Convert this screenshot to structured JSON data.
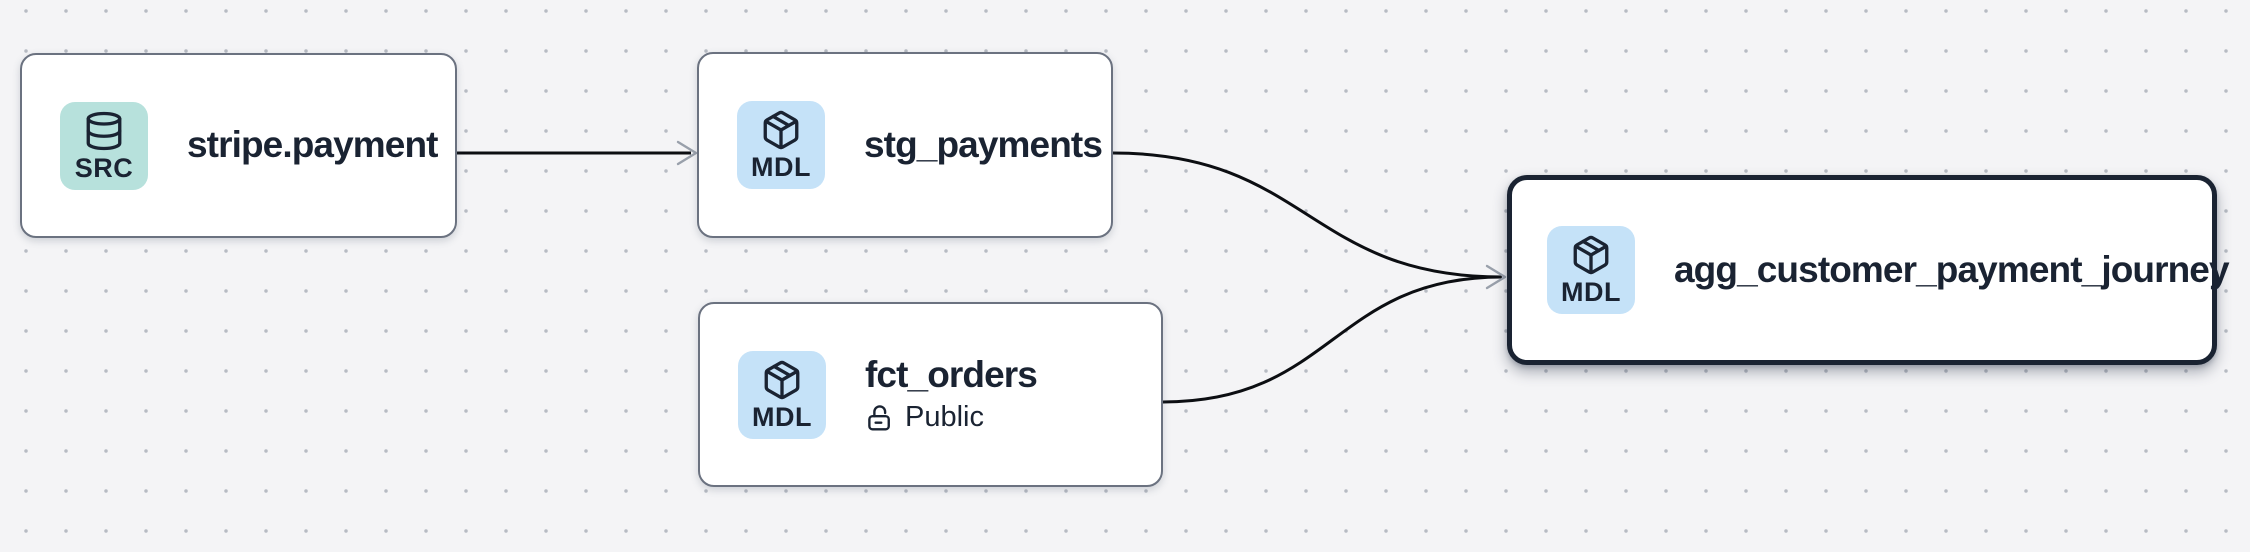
{
  "canvas": {
    "background_color": "#f4f4f6",
    "dot_color": "#b7bbc3"
  },
  "colors": {
    "node_background": "#ffffff",
    "node_border": "#6b7280",
    "selected_node_border": "#1a2332",
    "text": "#1a2332",
    "edge": "#0c0e12",
    "arrowhead": "#99a0ab",
    "source_badge_background": "#b7e1dc",
    "model_badge_background": "#c5e2f8"
  },
  "nodes": [
    {
      "title": "stripe.payment",
      "badge": "SRC",
      "badge_icon": "database-icon",
      "type": "source",
      "selected": false
    },
    {
      "title": "stg_payments",
      "badge": "MDL",
      "badge_icon": "package-icon",
      "type": "model",
      "selected": false
    },
    {
      "title": "fct_orders",
      "badge": "MDL",
      "badge_icon": "package-icon",
      "type": "model",
      "access": "Public",
      "access_icon": "unlock-icon",
      "selected": false
    },
    {
      "title": "agg_customer_payment_journey",
      "badge": "MDL",
      "badge_icon": "package-icon",
      "type": "model",
      "selected": true
    }
  ],
  "edges": [
    {
      "from": "stripe.payment",
      "to": "stg_payments"
    },
    {
      "from": "stg_payments",
      "to": "agg_customer_payment_journey"
    },
    {
      "from": "fct_orders",
      "to": "agg_customer_payment_journey"
    }
  ]
}
